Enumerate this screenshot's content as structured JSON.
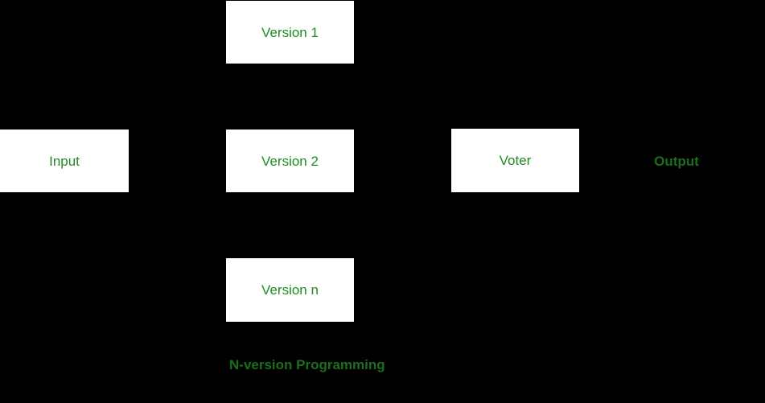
{
  "diagram": {
    "caption": "N-version Programming",
    "output_label": "Output",
    "nodes": [
      {
        "id": "version-1",
        "label": "Version 1"
      },
      {
        "id": "input",
        "label": "Input"
      },
      {
        "id": "version-2",
        "label": "Version 2"
      },
      {
        "id": "voter",
        "label": "Voter"
      },
      {
        "id": "version-n",
        "label": "Version n"
      }
    ],
    "colors": {
      "background": "#000000",
      "node_fill": "#ffffff",
      "node_text_green": "#228B22",
      "label_text_green": "#1B6F1B"
    }
  }
}
